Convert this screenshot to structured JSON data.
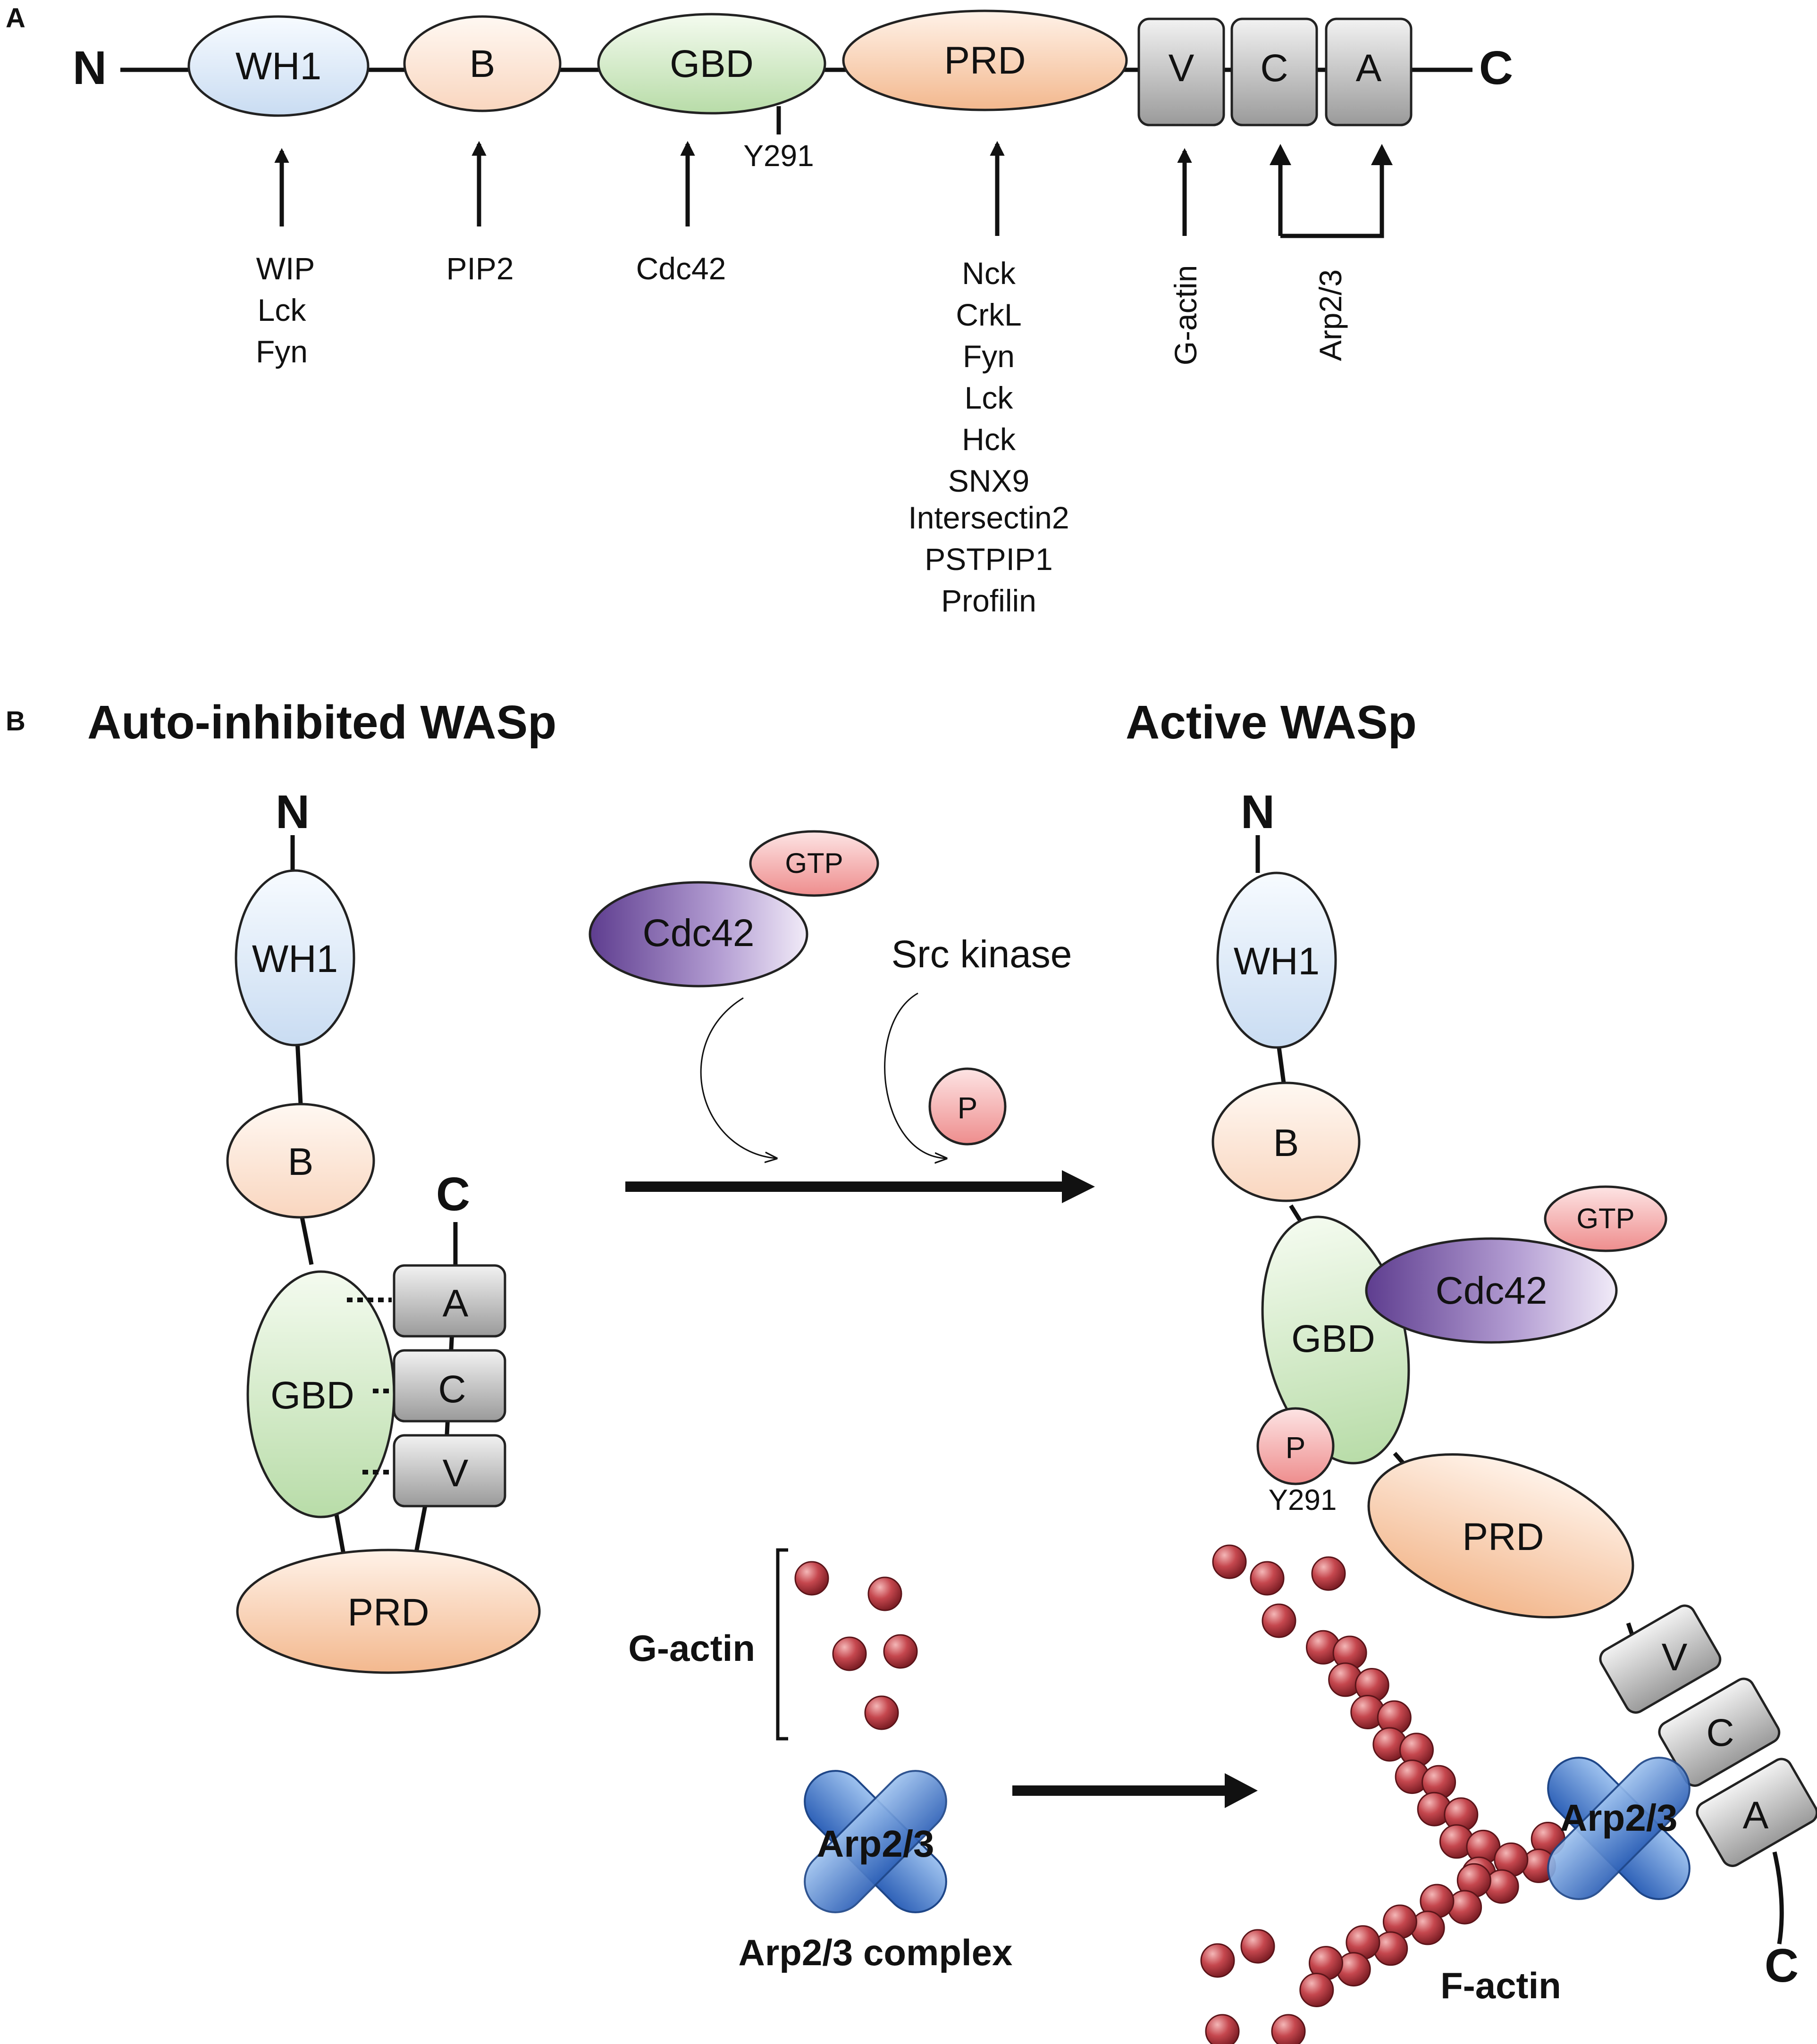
{
  "panel_a": {
    "label": "A",
    "n_term": "N",
    "c_term": "C",
    "domains": {
      "wh1": "WH1",
      "b": "B",
      "gbd": "GBD",
      "prd": "PRD",
      "v": "V",
      "c": "C",
      "a": "A"
    },
    "site": "Y291",
    "binders": {
      "wh1": [
        "WIP",
        "Lck",
        "Fyn"
      ],
      "b": [
        "PIP2"
      ],
      "gbd": [
        "Cdc42"
      ],
      "prd": [
        "Nck",
        "CrkL",
        "Fyn",
        "Lck",
        "Hck",
        "SNX9",
        "Intersectin2",
        "PSTPIP1",
        "Profilin"
      ],
      "v": "G-actin",
      "ca": "Arp2/3"
    }
  },
  "panel_b": {
    "label": "B",
    "left_title": "Auto-inhibited WASp",
    "right_title": "Active WASp",
    "n_term": "N",
    "c_term": "C",
    "domains": {
      "wh1": "WH1",
      "b": "B",
      "gbd": "GBD",
      "prd": "PRD",
      "v": "V",
      "c": "C",
      "a": "A"
    },
    "cdc42": "Cdc42",
    "gtp": "GTP",
    "src_kinase": "Src kinase",
    "phospho": "P",
    "site": "Y291",
    "g_actin": "G-actin",
    "arp23": "Arp2/3",
    "arp23_complex": "Arp2/3 complex",
    "f_actin": "F-actin"
  },
  "colors": {
    "wh1": "#dde9f7",
    "b": "#fde6d8",
    "gbd": "#cfe8c4",
    "prd": "#f6c9a6",
    "vca": "#b9b9b9",
    "cdc42": "#7d5aa6",
    "gtp": "#f4a7a7",
    "actin": "#c0434a",
    "arp": "#3f78c8"
  }
}
